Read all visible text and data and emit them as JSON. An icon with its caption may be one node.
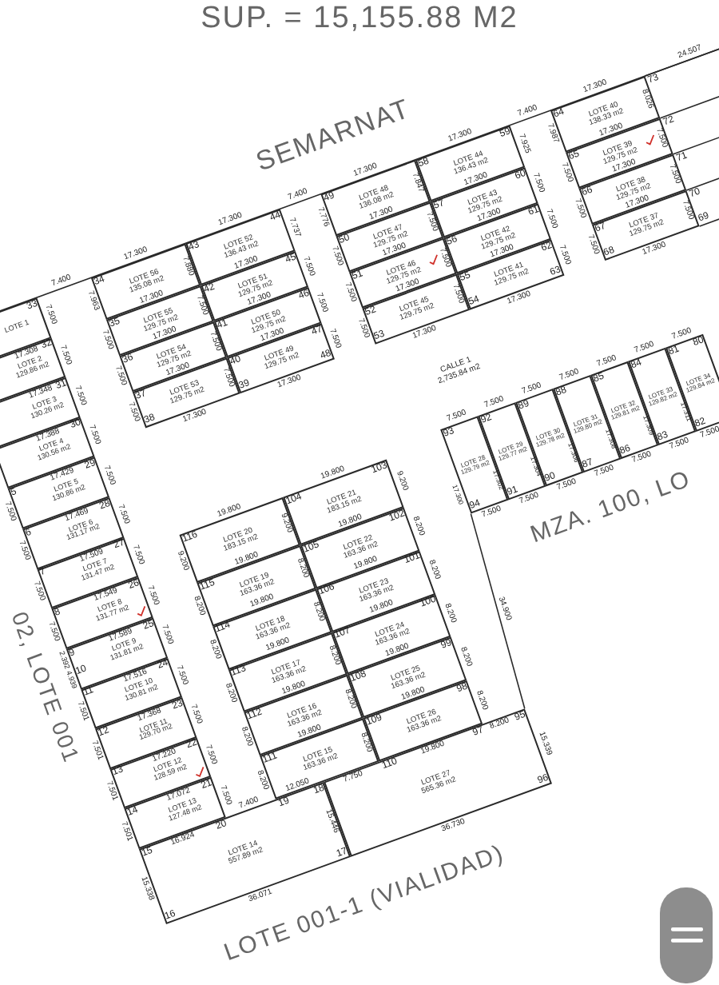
{
  "diagram": {
    "title": "SUP. = 15,155.88 M2",
    "nodes": [
      {
        "text": [
          "LOTE 1"
        ]
      },
      {
        "text": [
          "LOTE 2",
          "129.86 m2"
        ]
      },
      {
        "text": [
          "LOTE 3",
          "130.26 m2"
        ]
      },
      {
        "text": [
          "LOTE 4",
          "130.56 m2"
        ]
      },
      {
        "text": [
          "LOTE 5",
          "130.86 m2"
        ]
      },
      {
        "text": [
          "LOTE 6",
          "131.17 m2"
        ]
      },
      {
        "text": [
          "LOTE 7",
          "131.47 m2"
        ]
      },
      {
        "text": [
          "LOTE 8",
          "131.77 m2"
        ]
      },
      {
        "text": [
          "LOTE 9",
          "131.81 m2"
        ]
      },
      {
        "text": [
          "LOTE 10",
          "130.81 m2"
        ]
      },
      {
        "text": [
          "LOTE 11",
          "129.70 m2"
        ]
      },
      {
        "text": [
          "LOTE 12",
          "128.59 m2"
        ]
      },
      {
        "text": [
          "LOTE 13",
          "127.48 m2"
        ]
      },
      {
        "text": [
          "LOTE 14",
          "557.89 m2"
        ]
      },
      {
        "text": [
          "LOTE 15",
          "163.36 m2"
        ]
      },
      {
        "text": [
          "LOTE 16",
          "163.36 m2"
        ]
      },
      {
        "text": [
          "LOTE 17",
          "163.36 m2"
        ]
      },
      {
        "text": [
          "LOTE 18",
          "163.36 m2"
        ]
      },
      {
        "text": [
          "LOTE 19",
          "163.36 m2"
        ]
      },
      {
        "text": [
          "LOTE 20",
          "183.15 m2"
        ]
      },
      {
        "text": [
          "LOTE 21",
          "183.15 m2"
        ]
      },
      {
        "text": [
          "LOTE 22",
          "163.36 m2"
        ]
      },
      {
        "text": [
          "LOTE 23",
          "163.36 m2"
        ]
      },
      {
        "text": [
          "LOTE 24",
          "163.36 m2"
        ]
      },
      {
        "text": [
          "LOTE 25",
          "163.36 m2"
        ]
      },
      {
        "text": [
          "LOTE 26",
          "163.36 m2"
        ]
      },
      {
        "text": [
          "LOTE 27",
          "565.36 m2"
        ]
      },
      {
        "text": [
          "LOTE 28",
          "129.79 m2"
        ]
      },
      {
        "text": [
          "LOTE 29",
          "129.77 m2"
        ]
      },
      {
        "text": [
          "LOTE 30",
          "129.78 m2"
        ]
      },
      {
        "text": [
          "LOTE 31",
          "129.80 m2"
        ]
      },
      {
        "text": [
          "LOTE 32",
          "129.81 m2"
        ]
      },
      {
        "text": [
          "LOTE 33",
          "129.82 m2"
        ]
      },
      {
        "text": [
          "LOTE 34",
          "129.84 m2"
        ]
      },
      {
        "text": [
          "LOTE 37",
          "129.75 m2"
        ]
      },
      {
        "text": [
          "LOTE 38",
          "129.75 m2"
        ]
      },
      {
        "text": [
          "LOTE 39",
          "129.75 m2"
        ]
      },
      {
        "text": [
          "LOTE 40",
          "138.33 m2"
        ]
      },
      {
        "text": [
          "LOTE 41",
          "129.75 m2"
        ]
      },
      {
        "text": [
          "LOTE 42",
          "129.75 m2"
        ]
      },
      {
        "text": [
          "LOTE 43",
          "129.75 m2"
        ]
      },
      {
        "text": [
          "LOTE 44",
          "136.43 m2"
        ]
      },
      {
        "text": [
          "LOTE 45",
          "129.75 m2"
        ]
      },
      {
        "text": [
          "LOTE 46",
          "129.75 m2"
        ]
      },
      {
        "text": [
          "LOTE 47",
          "129.75 m2"
        ]
      },
      {
        "text": [
          "LOTE 48",
          "136.08 m2"
        ]
      },
      {
        "text": [
          "LOTE 49",
          "129.75 m2"
        ]
      },
      {
        "text": [
          "LOTE 50",
          "129.75 m2"
        ]
      },
      {
        "text": [
          "LOTE 51",
          "129.75 m2"
        ]
      },
      {
        "text": [
          "LOTE 52",
          "136.43 m2"
        ]
      },
      {
        "text": [
          "LOTE 53",
          "129.75 m2"
        ]
      },
      {
        "text": [
          "LOTE 54",
          "129.75 m2"
        ]
      },
      {
        "text": [
          "LOTE 55",
          "129.75 m2"
        ]
      },
      {
        "text": [
          "LOTE 56",
          "135.08 m2"
        ]
      }
    ],
    "labels": [
      "SEMARNAT",
      "CALLE 1",
      "2,735.84 m2",
      "MZA. 100, LO",
      "02, LOTE 001",
      "LOTE 001-1 (VIALIDAD)",
      "7.400",
      "17.300",
      "17.300",
      "7.400",
      "17.300",
      "17.300",
      "7.400",
      "17.300",
      "24.507",
      "7.500",
      "7.500",
      "7.500",
      "7.500",
      "7.500",
      "7.500",
      "7.500",
      "7.500",
      "7.500",
      "7.500",
      "7.500",
      "7.500",
      "7.500",
      "7.500",
      "7.500",
      "7.500",
      "7.500",
      "2.392",
      "4.939",
      "7.501",
      "7.501",
      "7.501",
      "7.501",
      "15.338",
      "9.200",
      "8.200",
      "8.200",
      "8.200",
      "8.200",
      "8.200",
      "9.200",
      "8.200",
      "8.200",
      "8.200",
      "8.200",
      "8.200",
      "9.200",
      "8.200",
      "8.200",
      "8.200",
      "8.200",
      "8.200",
      "19.800",
      "19.800",
      "7.400",
      "12.050",
      "7.750",
      "8.200",
      "15.446",
      "15.339",
      "36.071",
      "36.730",
      "34.900",
      "7.500",
      "7.500",
      "7.500",
      "7.500",
      "7.500",
      "7.500",
      "7.500",
      "7.500",
      "7.500",
      "7.500",
      "7.500",
      "7.500",
      "7.500",
      "7.500",
      "17.300",
      "17.302",
      "17.304",
      "17.306",
      "17.308",
      "17.309",
      "17.311",
      "7.963",
      "7.500",
      "7.500",
      "7.500",
      "7.880",
      "7.500",
      "7.500",
      "7.500",
      "7.737",
      "7.500",
      "7.500",
      "7.500",
      "7.776",
      "7.500",
      "7.500",
      "7.500",
      "7.847",
      "7.500",
      "7.500",
      "7.500",
      "7.925",
      "7.500",
      "7.500",
      "7.500",
      "7.987",
      "7.500",
      "7.500",
      "7.500",
      "8.026",
      "7.500",
      "7.500",
      "7.500",
      "33",
      "32",
      "31",
      "30",
      "29",
      "28",
      "27",
      "26",
      "25",
      "24",
      "23",
      "22",
      "21",
      "20",
      "5",
      "6",
      "7",
      "8",
      "9",
      "10",
      "11",
      "12",
      "13",
      "14",
      "15",
      "16",
      "17",
      "18",
      "19",
      "116",
      "115",
      "114",
      "113",
      "112",
      "111",
      "104",
      "105",
      "106",
      "107",
      "108",
      "109",
      "110",
      "103",
      "102",
      "101",
      "100",
      "99",
      "98",
      "97",
      "95",
      "96",
      "93",
      "92",
      "89",
      "88",
      "85",
      "84",
      "81",
      "80",
      "94",
      "91",
      "90",
      "87",
      "86",
      "83",
      "82",
      "34",
      "35",
      "36",
      "37",
      "38",
      "43",
      "42",
      "41",
      "40",
      "39",
      "44",
      "45",
      "46",
      "47",
      "48",
      "49",
      "50",
      "51",
      "52",
      "53",
      "58",
      "57",
      "56",
      "55",
      "54",
      "59",
      "60",
      "61",
      "62",
      "63",
      "64",
      "65",
      "66",
      "67",
      "68",
      "73",
      "72",
      "71",
      "70",
      "69",
      "17.308",
      "17.348",
      "17.388",
      "17.429",
      "17.469",
      "17.509",
      "17.549",
      "17.589",
      "17.516",
      "17.368",
      "17.220",
      "17.072",
      "16.924",
      "19.800",
      "19.800",
      "19.800",
      "19.800",
      "19.800",
      "19.800",
      "19.800",
      "19.800",
      "19.800",
      "19.800",
      "19.800",
      "17.300",
      "17.300",
      "17.300",
      "17.300",
      "17.300",
      "17.300",
      "17.300",
      "17.300",
      "17.300",
      "17.300",
      "17.300",
      "17.300",
      "17.300",
      "17.300",
      "17.300",
      "17.300",
      "17.300",
      "17.300",
      "17.300",
      "17.300"
    ]
  }
}
